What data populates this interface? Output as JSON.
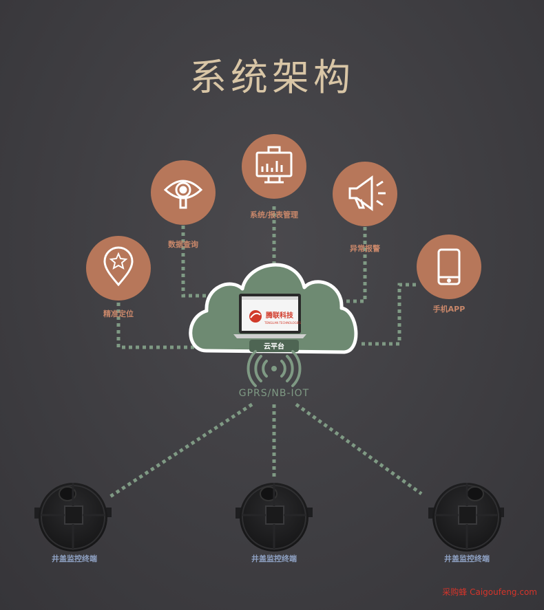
{
  "title": "系统架构",
  "nodes": {
    "positioning": "精准定位",
    "data_query": "数据查询",
    "report": "系统/报表管理",
    "alarm": "异常报警",
    "mobile_app": "手机APP"
  },
  "cloud": {
    "label": "云平台",
    "brand": "腾联科技",
    "brand_sub": "TENGLIAN TECHNOLOGIES"
  },
  "network": "GPRS/NB-IOT",
  "devices": [
    "井盖监控终端",
    "井盖监控终端",
    "井盖监控终端"
  ],
  "watermark": "采购蜂 Caigoufeng.com",
  "colors": {
    "node": "#b7775a",
    "cloud": "#6e8a72",
    "link": "#7f9a84",
    "title": "#d9c6a6"
  }
}
